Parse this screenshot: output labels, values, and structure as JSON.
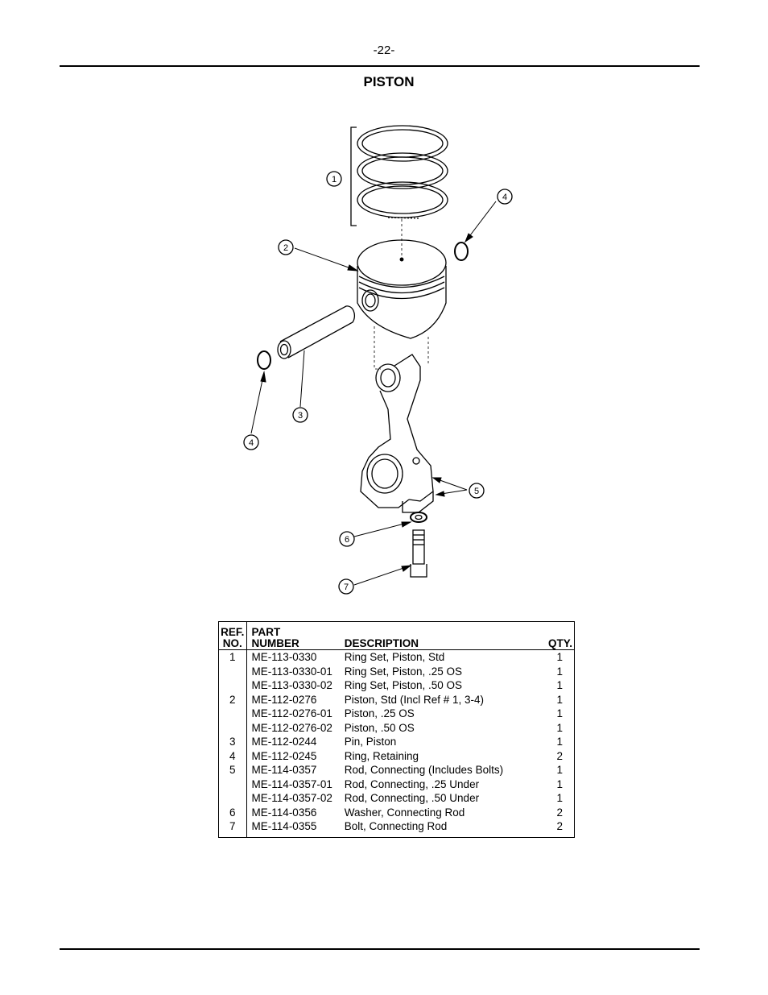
{
  "page": {
    "number": "-22-",
    "title": "PISTON"
  },
  "diagram": {
    "callouts": [
      "1",
      "2",
      "3",
      "4",
      "4",
      "5",
      "6",
      "7"
    ]
  },
  "table": {
    "headers": {
      "ref_line1": "REF.",
      "ref_line2": "NO.",
      "part_line1": "PART",
      "part_line2": "NUMBER",
      "description": "DESCRIPTION",
      "qty": "QTY."
    },
    "rows": [
      {
        "ref": "1",
        "part": "ME-113-0330",
        "desc": "Ring Set, Piston, Std",
        "qty": "1"
      },
      {
        "ref": "",
        "part": "ME-113-0330-01",
        "desc": "Ring Set, Piston, .25 OS",
        "qty": "1"
      },
      {
        "ref": "",
        "part": "ME-113-0330-02",
        "desc": "Ring Set, Piston, .50 OS",
        "qty": "1"
      },
      {
        "ref": "2",
        "part": "ME-112-0276",
        "desc": "Piston, Std (Incl Ref # 1, 3-4)",
        "qty": "1"
      },
      {
        "ref": "",
        "part": "ME-112-0276-01",
        "desc": "Piston, .25 OS",
        "qty": "1"
      },
      {
        "ref": "",
        "part": "ME-112-0276-02",
        "desc": "Piston, .50 OS",
        "qty": "1"
      },
      {
        "ref": "3",
        "part": "ME-112-0244",
        "desc": "Pin, Piston",
        "qty": "1"
      },
      {
        "ref": "4",
        "part": "ME-112-0245",
        "desc": "Ring, Retaining",
        "qty": "2"
      },
      {
        "ref": "5",
        "part": "ME-114-0357",
        "desc": "Rod, Connecting (Includes Bolts)",
        "qty": "1"
      },
      {
        "ref": "",
        "part": "ME-114-0357-01",
        "desc": "Rod, Connecting, .25 Under",
        "qty": "1"
      },
      {
        "ref": "",
        "part": "ME-114-0357-02",
        "desc": "Rod, Connecting, .50 Under",
        "qty": "1"
      },
      {
        "ref": "6",
        "part": "ME-114-0356",
        "desc": "Washer, Connecting Rod",
        "qty": "2"
      },
      {
        "ref": "7",
        "part": "ME-114-0355",
        "desc": "Bolt, Connecting Rod",
        "qty": "2"
      }
    ]
  }
}
